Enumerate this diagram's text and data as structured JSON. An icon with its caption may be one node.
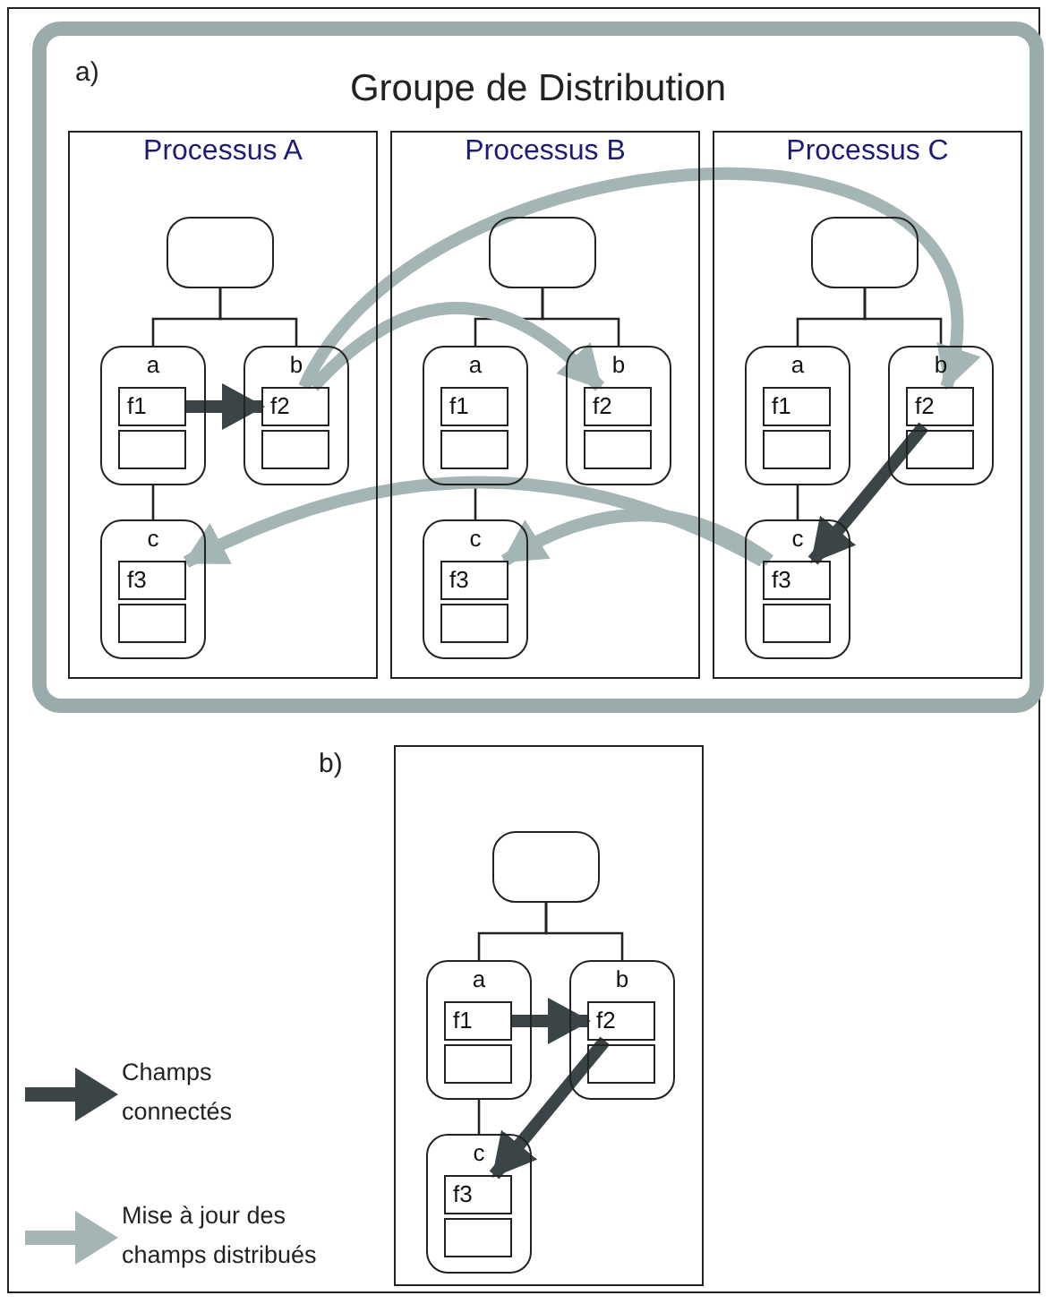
{
  "diagram": {
    "nodes": [
      {
        "text": [
          "Groupe de Distribution"
        ]
      },
      {
        "text": [
          "Processus A"
        ],
        "in": 0
      },
      {
        "text": [],
        "shape": "box",
        "in": 1
      },
      {
        "text": [
          "a"
        ],
        "in": 1
      },
      {
        "text": [
          "f1"
        ],
        "in": 3
      },
      {
        "text": [],
        "shape": "box",
        "in": 3
      },
      {
        "text": [
          "b"
        ],
        "in": 1
      },
      {
        "text": [
          "f2"
        ],
        "in": 6
      },
      {
        "text": [],
        "shape": "box",
        "in": 6
      },
      {
        "text": [
          "c"
        ],
        "in": 1
      },
      {
        "text": [
          "f3"
        ],
        "in": 9
      },
      {
        "text": [],
        "shape": "box",
        "in": 9
      },
      {
        "text": [
          "Processus B"
        ],
        "in": 0
      },
      {
        "text": [],
        "shape": "box",
        "in": 12
      },
      {
        "text": [
          "a"
        ],
        "in": 12
      },
      {
        "text": [
          "f1"
        ],
        "in": 14
      },
      {
        "text": [],
        "shape": "box",
        "in": 14
      },
      {
        "text": [
          "b"
        ],
        "in": 12
      },
      {
        "text": [
          "f2"
        ],
        "in": 17
      },
      {
        "text": [],
        "shape": "box",
        "in": 17
      },
      {
        "text": [
          "c"
        ],
        "in": 12
      },
      {
        "text": [
          "f3"
        ],
        "in": 20
      },
      {
        "text": [],
        "shape": "box",
        "in": 20
      },
      {
        "text": [
          "Processus C"
        ],
        "in": 0
      },
      {
        "text": [],
        "shape": "box",
        "in": 23
      },
      {
        "text": [
          "a"
        ],
        "in": 23
      },
      {
        "text": [
          "f1"
        ],
        "in": 25
      },
      {
        "text": [],
        "shape": "box",
        "in": 25
      },
      {
        "text": [
          "b"
        ],
        "in": 23
      },
      {
        "text": [
          "f2"
        ],
        "in": 28
      },
      {
        "text": [],
        "shape": "box",
        "in": 28
      },
      {
        "text": [
          "c"
        ],
        "in": 23
      },
      {
        "text": [
          "f3"
        ],
        "in": 31
      },
      {
        "text": [],
        "shape": "box",
        "in": 31
      },
      {
        "text": [],
        "shape": "box"
      },
      {
        "text": [],
        "shape": "box",
        "in": 34
      },
      {
        "text": [
          "a"
        ],
        "in": 34
      },
      {
        "text": [
          "f1"
        ],
        "in": 36
      },
      {
        "text": [],
        "shape": "box",
        "in": 36
      },
      {
        "text": [
          "b"
        ],
        "in": 34
      },
      {
        "text": [
          "f2"
        ],
        "in": 39
      },
      {
        "text": [],
        "shape": "box",
        "in": 39
      },
      {
        "text": [
          "c"
        ],
        "in": 34
      },
      {
        "text": [
          "f3"
        ],
        "in": 42
      },
      {
        "text": [],
        "shape": "box",
        "in": 42
      }
    ],
    "edges": [
      {
        "from": 2,
        "to": 3,
        "arrow": "none"
      },
      {
        "from": 2,
        "to": 6,
        "arrow": "none"
      },
      {
        "from": 3,
        "to": 9,
        "arrow": "none"
      },
      {
        "from": 13,
        "to": 14,
        "arrow": "none"
      },
      {
        "from": 13,
        "to": 17,
        "arrow": "none"
      },
      {
        "from": 14,
        "to": 20,
        "arrow": "none"
      },
      {
        "from": 24,
        "to": 25,
        "arrow": "none"
      },
      {
        "from": 24,
        "to": 28,
        "arrow": "none"
      },
      {
        "from": 25,
        "to": 31,
        "arrow": "none"
      },
      {
        "from": 4,
        "to": 7,
        "arrow": "to",
        "style": "thick",
        "color": "#3b4446"
      },
      {
        "from": 7,
        "to": 18,
        "arrow": "to",
        "style": "thick",
        "color": "#a3b5b5"
      },
      {
        "from": 7,
        "to": 29,
        "arrow": "to",
        "style": "thick",
        "color": "#a3b5b5"
      },
      {
        "from": 29,
        "to": 32,
        "arrow": "to",
        "style": "thick",
        "color": "#3b4446"
      },
      {
        "from": 32,
        "to": 10,
        "arrow": "to",
        "style": "thick",
        "color": "#a3b5b5"
      },
      {
        "from": 32,
        "to": 21,
        "arrow": "to",
        "style": "thick",
        "color": "#a3b5b5"
      },
      {
        "from": 35,
        "to": 36,
        "arrow": "none"
      },
      {
        "from": 35,
        "to": 39,
        "arrow": "none"
      },
      {
        "from": 36,
        "to": 42,
        "arrow": "none"
      },
      {
        "from": 37,
        "to": 40,
        "arrow": "to",
        "style": "thick",
        "color": "#3b4446"
      },
      {
        "from": 40,
        "to": 43,
        "arrow": "to",
        "style": "thick",
        "color": "#3b4446"
      }
    ],
    "labels": [
      "a)",
      "b)"
    ],
    "legend": [
      {
        "text": "Champs connectés"
      },
      {
        "text": "Mise à jour des champs distribués"
      }
    ]
  }
}
